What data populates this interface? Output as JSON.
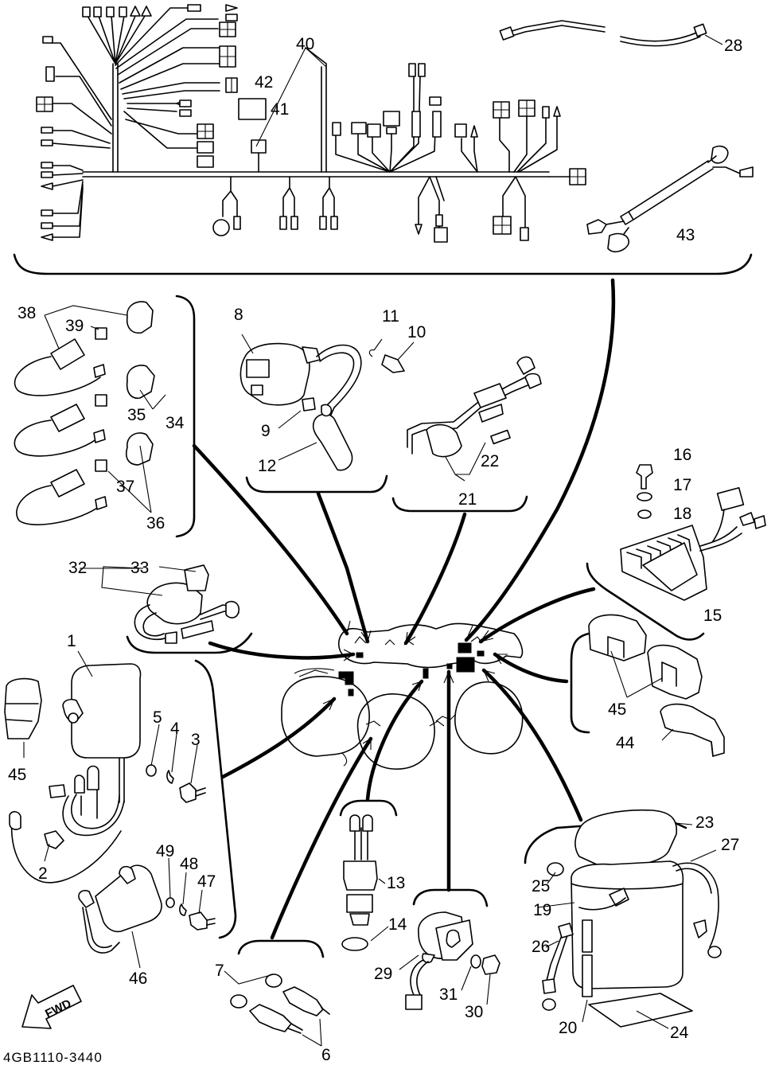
{
  "diagram": {
    "drawing_code": "4GB1110-3440",
    "direction_marker": "FWD",
    "callouts": [
      {
        "id": "1",
        "label": "1"
      },
      {
        "id": "2",
        "label": "2"
      },
      {
        "id": "3",
        "label": "3"
      },
      {
        "id": "4",
        "label": "4"
      },
      {
        "id": "5",
        "label": "5"
      },
      {
        "id": "6",
        "label": "6"
      },
      {
        "id": "7",
        "label": "7"
      },
      {
        "id": "8",
        "label": "8"
      },
      {
        "id": "9",
        "label": "9"
      },
      {
        "id": "10",
        "label": "10"
      },
      {
        "id": "11",
        "label": "11"
      },
      {
        "id": "12",
        "label": "12"
      },
      {
        "id": "13",
        "label": "13"
      },
      {
        "id": "14",
        "label": "14"
      },
      {
        "id": "15",
        "label": "15"
      },
      {
        "id": "16",
        "label": "16"
      },
      {
        "id": "17",
        "label": "17"
      },
      {
        "id": "18",
        "label": "18"
      },
      {
        "id": "19",
        "label": "19"
      },
      {
        "id": "20",
        "label": "20"
      },
      {
        "id": "21",
        "label": "21"
      },
      {
        "id": "22",
        "label": "22"
      },
      {
        "id": "23",
        "label": "23"
      },
      {
        "id": "24",
        "label": "24"
      },
      {
        "id": "25",
        "label": "25"
      },
      {
        "id": "26",
        "label": "26"
      },
      {
        "id": "27",
        "label": "27"
      },
      {
        "id": "28",
        "label": "28"
      },
      {
        "id": "29",
        "label": "29"
      },
      {
        "id": "30",
        "label": "30"
      },
      {
        "id": "31",
        "label": "31"
      },
      {
        "id": "32",
        "label": "32"
      },
      {
        "id": "33",
        "label": "33"
      },
      {
        "id": "34",
        "label": "34"
      },
      {
        "id": "35",
        "label": "35"
      },
      {
        "id": "36",
        "label": "36"
      },
      {
        "id": "37",
        "label": "37"
      },
      {
        "id": "38",
        "label": "38"
      },
      {
        "id": "39",
        "label": "39"
      },
      {
        "id": "40",
        "label": "40"
      },
      {
        "id": "41",
        "label": "41"
      },
      {
        "id": "42",
        "label": "42"
      },
      {
        "id": "43",
        "label": "43"
      },
      {
        "id": "44",
        "label": "44"
      },
      {
        "id": "45a",
        "label": "45"
      },
      {
        "id": "45b",
        "label": "45"
      },
      {
        "id": "46",
        "label": "46"
      },
      {
        "id": "47",
        "label": "47"
      },
      {
        "id": "48",
        "label": "48"
      },
      {
        "id": "49",
        "label": "49"
      }
    ]
  }
}
